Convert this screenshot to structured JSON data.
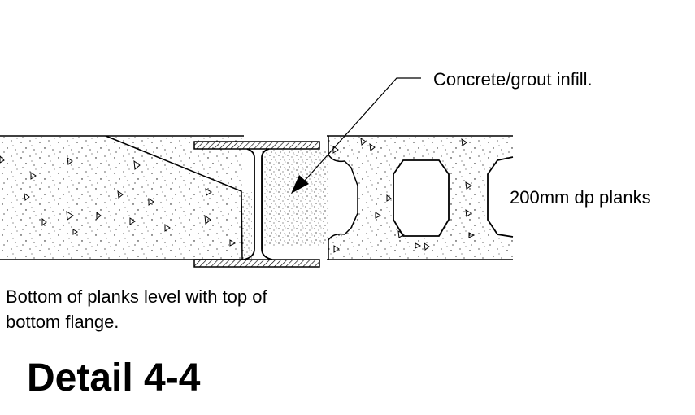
{
  "labels": {
    "infill_callout": "Concrete/grout infill.",
    "planks": "200mm dp planks",
    "note_line1": "Bottom of planks level with top of",
    "note_line2": "bottom flange.",
    "title": "Detail 4-4"
  },
  "colors": {
    "line": "#000000",
    "background": "#ffffff"
  }
}
